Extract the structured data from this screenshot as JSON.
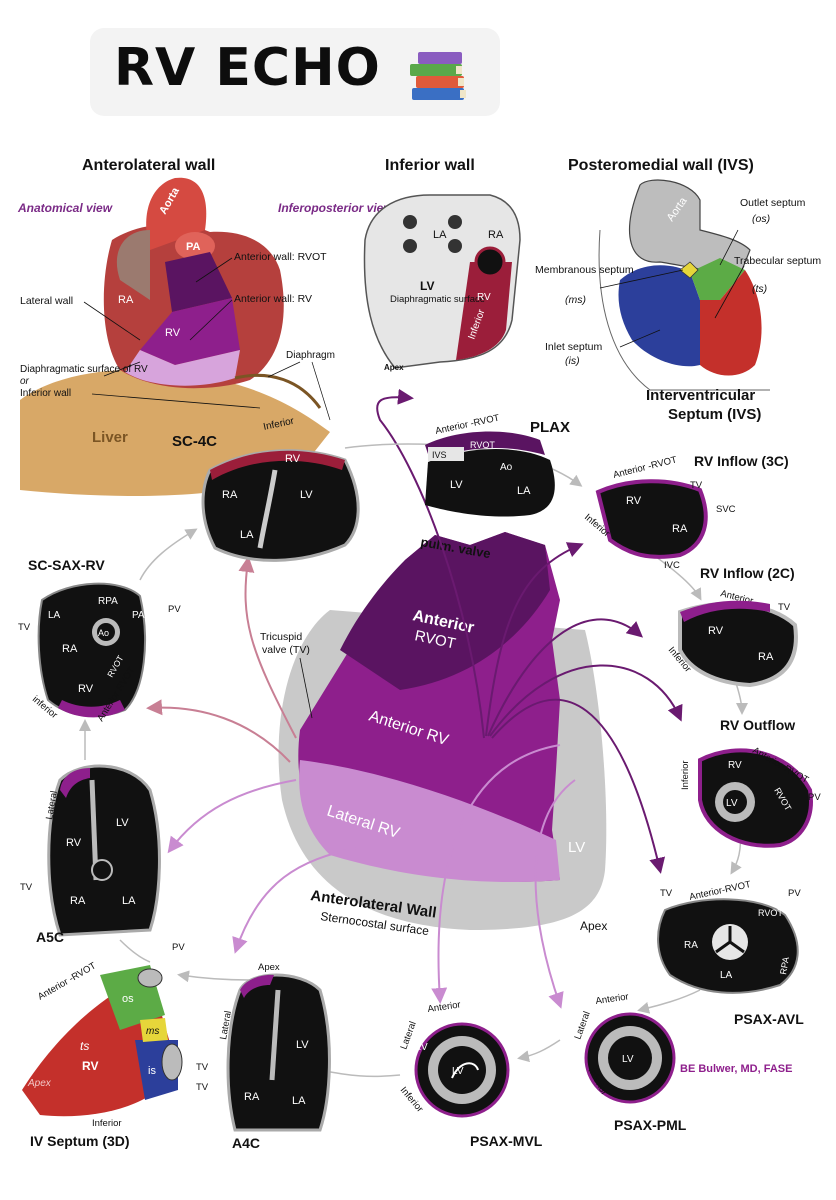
{
  "header": {
    "title": "RV ECHO",
    "emoji_icon": "books-icon"
  },
  "colors": {
    "rvot": "#5a1461",
    "anterior_rv": "#8e1f8c",
    "lateral_rv": "#c98bd0",
    "septum_red": "#c4302b",
    "septum_green": "#5cab46",
    "septum_blue": "#2c3f9b",
    "septum_yellow": "#e6d63a",
    "liver": "#d8a867",
    "grey": "#c9c9c9"
  },
  "labels": {
    "anterolateral_wall": "Anterolateral wall",
    "anatomical_view": "Anatomical view",
    "inferior_wall": "Inferior wall",
    "inferoposterior_view": "Inferoposterior view",
    "posteromedial_wall": "Posteromedial wall (IVS)",
    "aorta": "Aorta",
    "pa": "PA",
    "ra": "RA",
    "la": "LA",
    "lv": "LV",
    "rv": "RV",
    "ao": "Ao",
    "rvot": "RVOT",
    "rpa": "RPA",
    "pv": "PV",
    "tv": "TV",
    "ivs": "IVS",
    "svc": "SVC",
    "ivc": "IVC",
    "os": "os",
    "ts": "ts",
    "ms": "ms",
    "is": "is",
    "apex": "Apex",
    "inferior": "Inferior",
    "inferior_lc": "inferior",
    "anterior": "Anterior",
    "lateral": "Lateral",
    "liver": "Liver",
    "diaphragm": "Diaphragm",
    "anterior_wall_rvot": "Anterior wall: RVOT",
    "anterior_wall_rv": "Anterior wall: RV",
    "lateral_wall": "Lateral wall",
    "diaphragmatic_surface_rv": "Diaphragmatic surface of RV",
    "or": "or",
    "inferior_wall_lc": "Inferior wall",
    "diaphragmatic_surface": "Diaphragmatic surface",
    "outlet_septum": "Outlet septum",
    "outlet_septum_abbr": "(os)",
    "trabecular_septum": "Trabecular septum",
    "trabecular_septum_abbr": "(ts)",
    "membranous_septum": "Membranous septum",
    "membranous_septum_abbr": "(ms)",
    "inlet_septum": "Inlet septum",
    "inlet_septum_abbr": "(is)",
    "ivs_caption_1": "Interventricular",
    "ivs_caption_2": "Septum (IVS)",
    "pulm_valve": "pulm. valve",
    "anterior_rvot_center_1": "Anterior",
    "anterior_rvot_center_2": "RVOT",
    "anterior_rv_center": "Anterior RV",
    "lateral_rv_center": "Lateral RV",
    "tricuspid_valve_1": "Tricuspid",
    "tricuspid_valve_2": "valve (TV)",
    "anterolateral_wall_caption": "Anterolateral Wall",
    "sternocostal_surface": "Sternocostal surface",
    "anterior_rvot_dash": "Anterior -RVOT",
    "anterior_rvot_hyphen": "Anterior-RVOT",
    "anterior_rvot_space": "Anterior RVOT",
    "credit": "BE Bulwer, MD, FASE"
  },
  "views": {
    "sc_4c": "SC-4C",
    "plax": "PLAX",
    "rv_inflow_3c": "RV Inflow (3C)",
    "rv_inflow_2c": "RV Inflow (2C)",
    "rv_outflow": "RV Outflow",
    "sc_sax_rv": "SC-SAX-RV",
    "a5c": "A5C",
    "a4c": "A4C",
    "psax_avl": "PSAX-AVL",
    "psax_mvl": "PSAX-MVL",
    "psax_pml": "PSAX-PML",
    "iv_septum_3d": "IV Septum (3D)"
  }
}
